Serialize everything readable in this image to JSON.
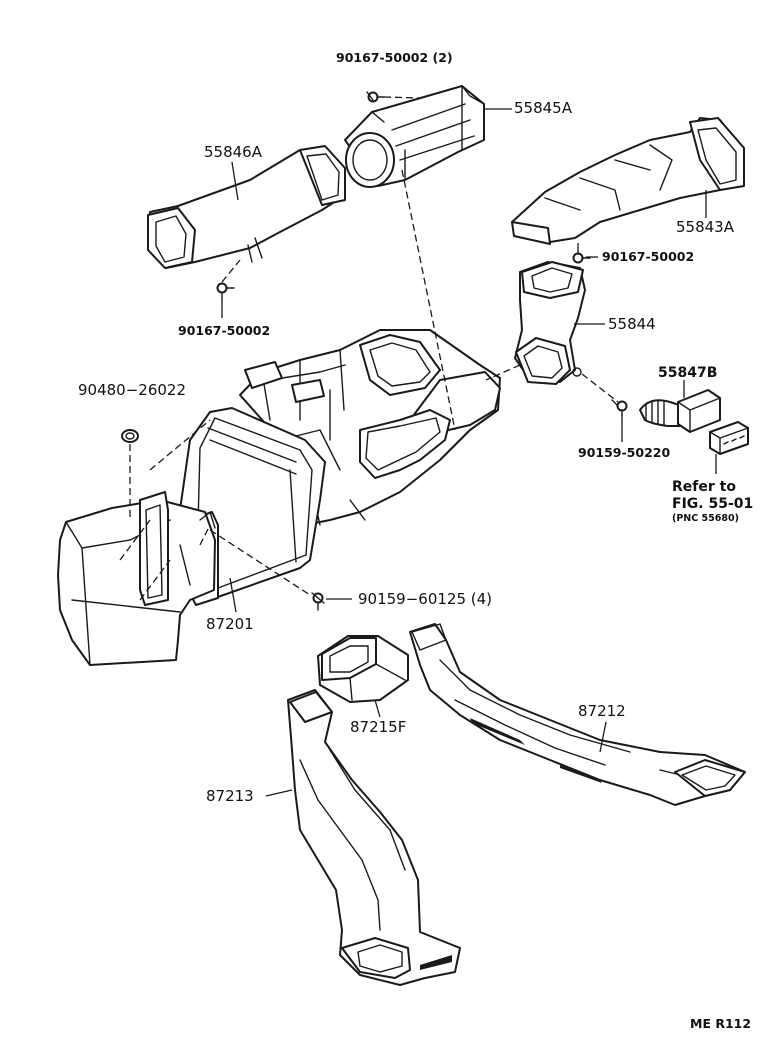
{
  "parts": {
    "p_90167_50002_2": "90167-50002 (2)",
    "p_55845A": "55845A",
    "p_55846A": "55846A",
    "p_55843A": "55843A",
    "p_90167_50002_r": "90167-50002",
    "p_90167_50002_l": "90167-50002",
    "p_55844": "55844",
    "p_90480_26022": "90480−26022",
    "p_55847B": "55847B",
    "p_90159_50220": "90159-50220",
    "p_90159_60125": "90159−60125 (4)",
    "p_87201": "87201",
    "p_87212": "87212",
    "p_87215F": "87215F",
    "p_87213": "87213"
  },
  "reference": {
    "line1": "Refer to",
    "line2": "FIG. 55-01",
    "line3": "(PNC 55680)"
  },
  "footer": {
    "code": "ME  R112"
  }
}
